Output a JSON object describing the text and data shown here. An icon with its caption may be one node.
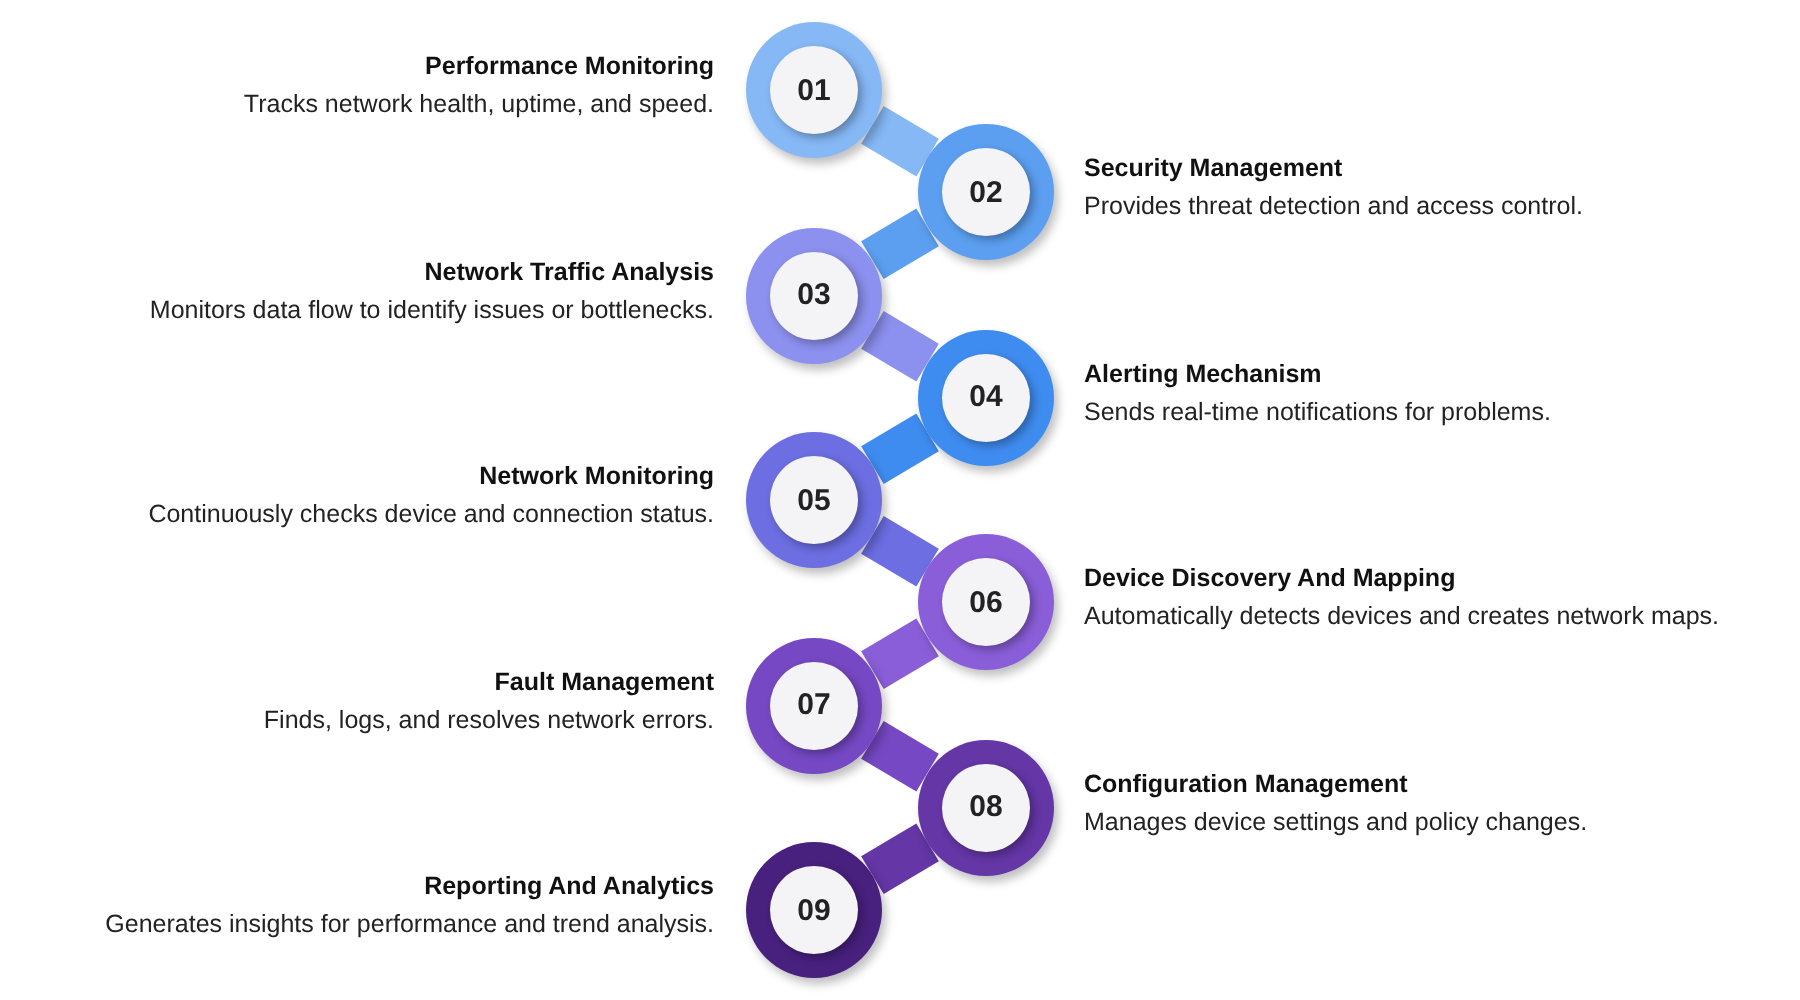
{
  "diagram": {
    "nodes": [
      {
        "text": [
          "01"
        ],
        "beside": [
          "Performance Monitoring",
          "Tracks network health, uptime, and speed."
        ]
      },
      {
        "text": [
          "02"
        ],
        "beside": [
          "Security Management",
          "Provides threat detection and access control."
        ]
      },
      {
        "text": [
          "03"
        ],
        "beside": [
          "Network Traffic Analysis",
          "Monitors data flow to identify issues or bottlenecks."
        ]
      },
      {
        "text": [
          "04"
        ],
        "beside": [
          "Alerting Mechanism",
          "Sends real-time notifications for problems."
        ]
      },
      {
        "text": [
          "05"
        ],
        "beside": [
          "Network Monitoring",
          "Continuously checks device and connection status."
        ]
      },
      {
        "text": [
          "06"
        ],
        "beside": [
          "Device Discovery And Mapping",
          "Automatically detects devices and creates network maps."
        ]
      },
      {
        "text": [
          "07"
        ],
        "beside": [
          "Fault Management",
          "Finds, logs, and resolves network errors."
        ]
      },
      {
        "text": [
          "08"
        ],
        "beside": [
          "Configuration Management",
          "Manages device settings and policy changes."
        ]
      },
      {
        "text": [
          "09"
        ],
        "beside": [
          "Reporting And Analytics",
          "Generates insights for performance and trend analysis."
        ]
      }
    ],
    "edges": [
      {
        "from": 0,
        "to": 1,
        "arrow": "none",
        "color": "#86b8f6"
      },
      {
        "from": 1,
        "to": 2,
        "arrow": "none",
        "color": "#5c9ff0"
      },
      {
        "from": 2,
        "to": 3,
        "arrow": "none",
        "color": "#8c90ee"
      },
      {
        "from": 3,
        "to": 4,
        "arrow": "none",
        "color": "#3f8cf0"
      },
      {
        "from": 4,
        "to": 5,
        "arrow": "none",
        "color": "#6c6ee2"
      },
      {
        "from": 5,
        "to": 6,
        "arrow": "none",
        "color": "#8a5ed8"
      },
      {
        "from": 6,
        "to": 7,
        "arrow": "none",
        "color": "#7648c4"
      },
      {
        "from": 7,
        "to": 8,
        "arrow": "none",
        "color": "#6436a6"
      }
    ]
  }
}
